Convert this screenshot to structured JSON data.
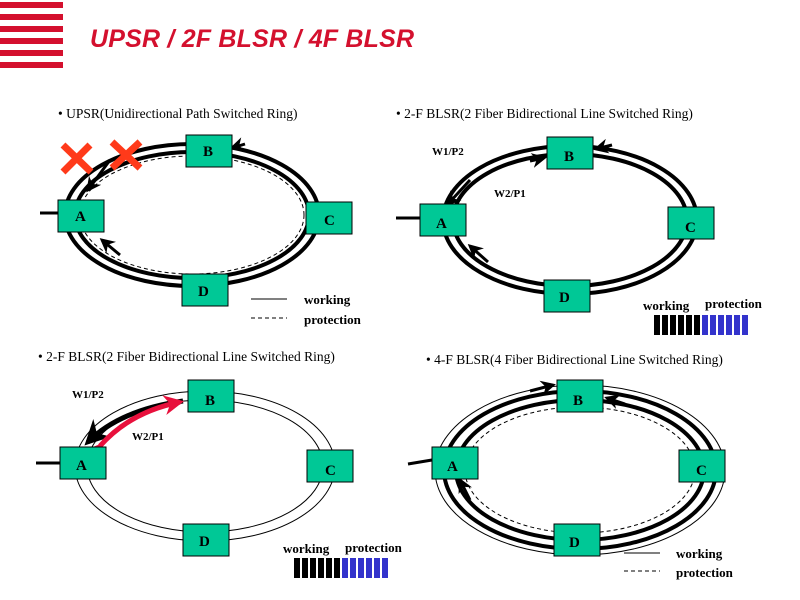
{
  "header": {
    "title": "UPSR / 2F BLSR / 4F BLSR",
    "accent_color": "#d4102e",
    "stripe_count": 6
  },
  "colors": {
    "node_fill": "#00c896",
    "working_bar": "#000000",
    "protection_bar": "#3333cc",
    "failure_mark": "#ff3a1a",
    "highlight_arrow": "#e8103c"
  },
  "panels": [
    {
      "id": "upsr",
      "title": "• UPSR(Unidirectional Path Switched Ring)",
      "nodes": [
        "A",
        "B",
        "C",
        "D"
      ],
      "legend": {
        "working": "working",
        "protection": "protection"
      },
      "failure_marks": 2
    },
    {
      "id": "blsr2-top",
      "title": "• 2-F BLSR(2 Fiber Bidirectional Line Switched Ring)",
      "nodes": [
        "A",
        "B",
        "C",
        "D"
      ],
      "labels": {
        "w1p2": "W1/P2",
        "w2p1": "W2/P1"
      },
      "legend": {
        "working": "working",
        "protection": "protection"
      },
      "bandwidth": {
        "working_slots": 6,
        "protection_slots": 6
      }
    },
    {
      "id": "blsr2-bottom",
      "title": "• 2-F BLSR(2 Fiber Bidirectional Line Switched Ring)",
      "nodes": [
        "A",
        "B",
        "C",
        "D"
      ],
      "labels": {
        "w1p2": "W1/P2",
        "w2p1": "W2/P1"
      },
      "legend": {
        "working": "working",
        "protection": "protection"
      },
      "bandwidth": {
        "working_slots": 6,
        "protection_slots": 6
      }
    },
    {
      "id": "blsr4",
      "title": "• 4-F BLSR(4 Fiber Bidirectional Line Switched Ring)",
      "nodes": [
        "A",
        "B",
        "C",
        "D"
      ],
      "legend": {
        "working": "working",
        "protection": "protection"
      }
    }
  ]
}
